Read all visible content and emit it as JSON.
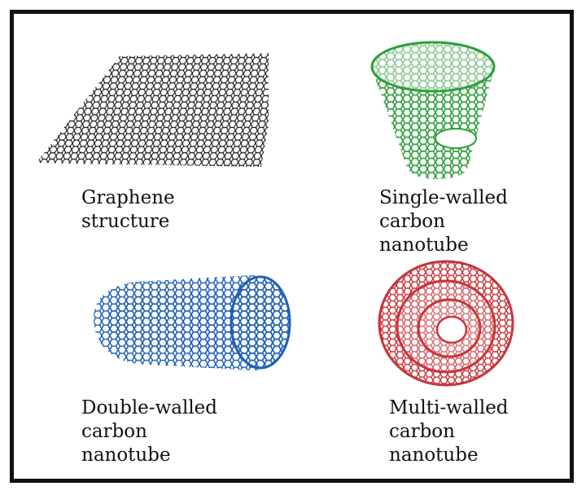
{
  "panels": [
    {
      "caption": "Graphene\nstructure",
      "color": "#1a1a1a"
    },
    {
      "caption": "Single-walled\ncarbon\nnanotube",
      "color": "#2e9e3c"
    },
    {
      "caption": "Double-walled\ncarbon\nnanotube",
      "color": "#1f5fb8"
    },
    {
      "caption": "Multi-walled\ncarbon\nnanotube",
      "color": "#c8353b"
    }
  ]
}
